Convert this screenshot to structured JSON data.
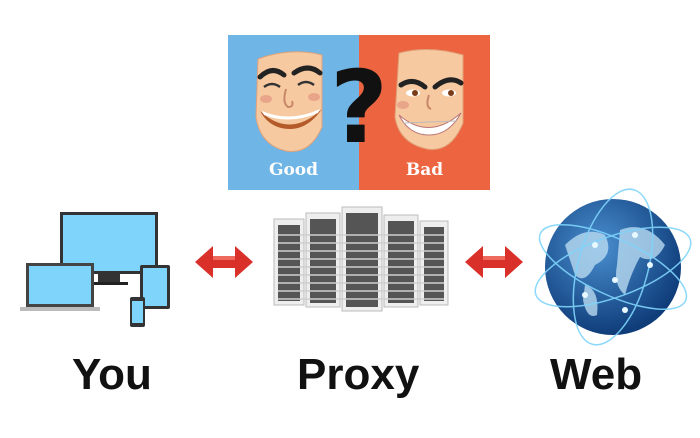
{
  "panel": {
    "good_label": "Good",
    "bad_label": "Bad",
    "question": "?",
    "colors": {
      "good": "#6fb5e6",
      "bad": "#ec6540"
    }
  },
  "nodes": [
    {
      "id": "you",
      "label": "You",
      "icon": "devices-icon"
    },
    {
      "id": "proxy",
      "label": "Proxy",
      "icon": "server-racks-icon"
    },
    {
      "id": "web",
      "label": "Web",
      "icon": "globe-icon"
    }
  ],
  "connectors": [
    {
      "from": "you",
      "to": "proxy",
      "icon": "double-arrow-icon",
      "color": "#d9302a"
    },
    {
      "from": "proxy",
      "to": "web",
      "icon": "double-arrow-icon",
      "color": "#d9302a"
    }
  ]
}
